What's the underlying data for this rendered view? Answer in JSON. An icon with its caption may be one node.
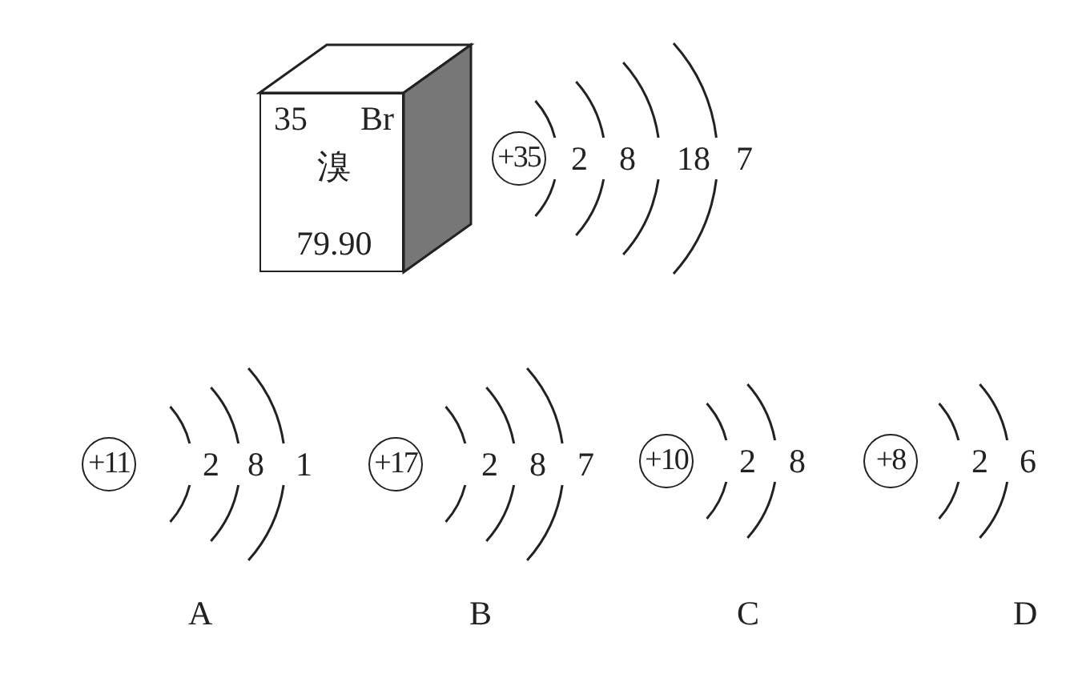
{
  "diagram": {
    "nodes": [
      {
        "text": [
          "35",
          "Br",
          "溴",
          "79.90"
        ]
      },
      {
        "text": [
          "+35"
        ],
        "beside": [
          "2",
          "8",
          "18",
          "7"
        ]
      },
      {
        "text": [
          "+11"
        ],
        "beside": [
          "2",
          "8",
          "1"
        ]
      },
      {
        "text": [
          "+17"
        ],
        "beside": [
          "2",
          "8",
          "7"
        ]
      },
      {
        "text": [
          "+10"
        ],
        "beside": [
          "2",
          "8"
        ]
      },
      {
        "text": [
          "+8"
        ],
        "beside": [
          "2",
          "6"
        ]
      }
    ],
    "labels": [
      "A",
      "B",
      "C",
      "D"
    ]
  }
}
